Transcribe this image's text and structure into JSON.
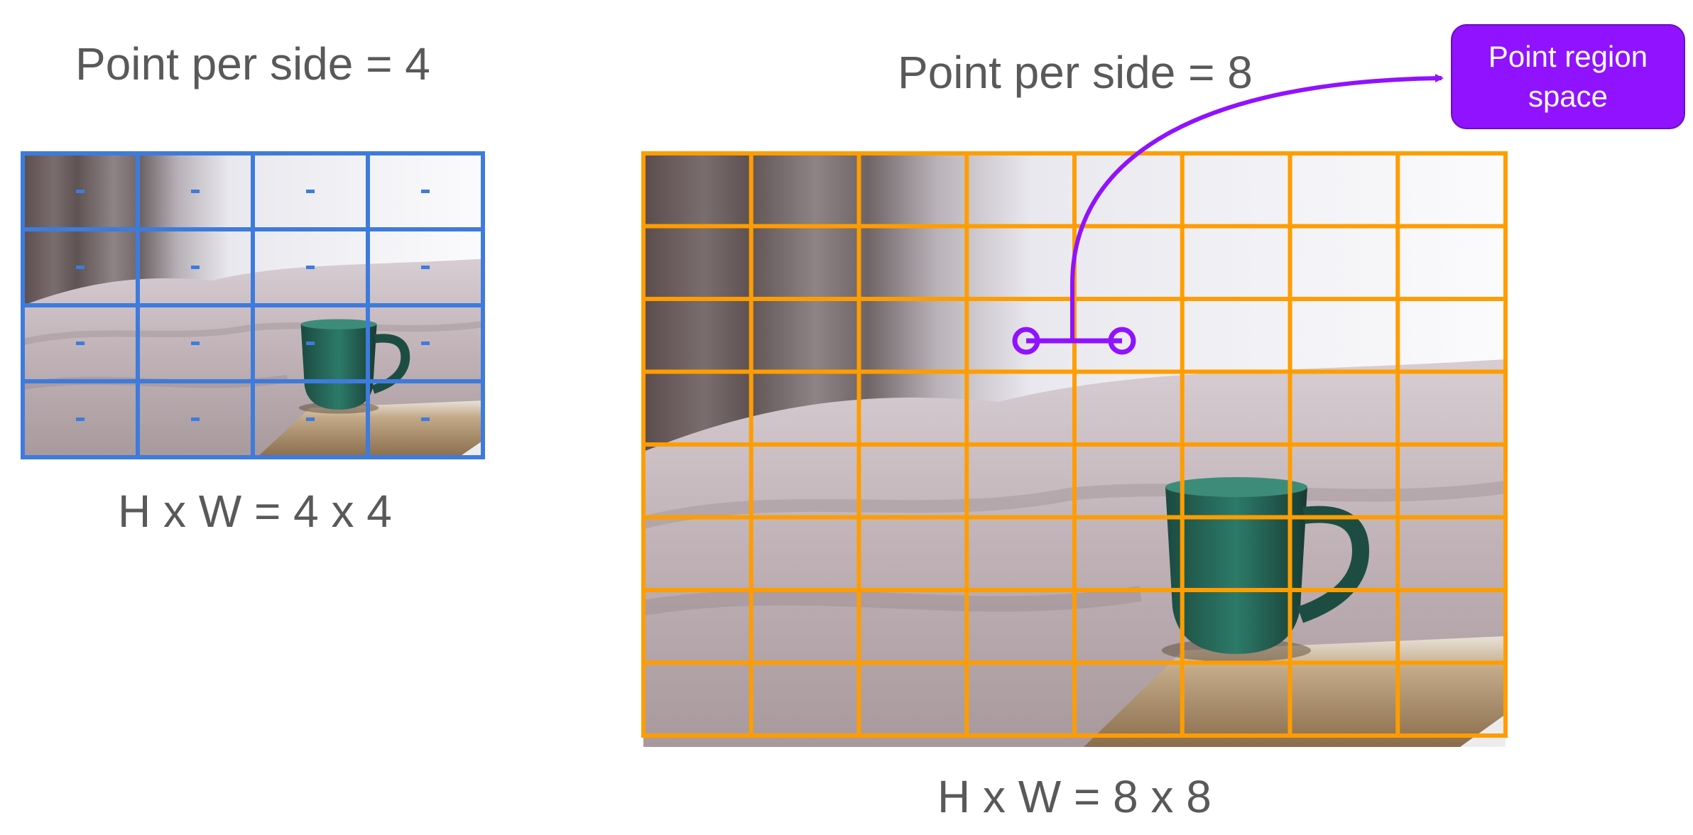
{
  "left_panel": {
    "title": "Point per side = 4",
    "dims": "H x W = 4 x 4",
    "grid_rows": 4,
    "grid_cols": 4,
    "grid_color": "#3e7bdc"
  },
  "right_panel": {
    "title": "Point per side = 8",
    "dims": "H x W = 8 x 8",
    "grid_rows": 8,
    "grid_cols": 8,
    "grid_color": "#ff9d00"
  },
  "callout": {
    "label": "Point region space",
    "color": "#9012fe"
  },
  "photo": {
    "subject": "green mug on a wooden table in front of a bed"
  }
}
